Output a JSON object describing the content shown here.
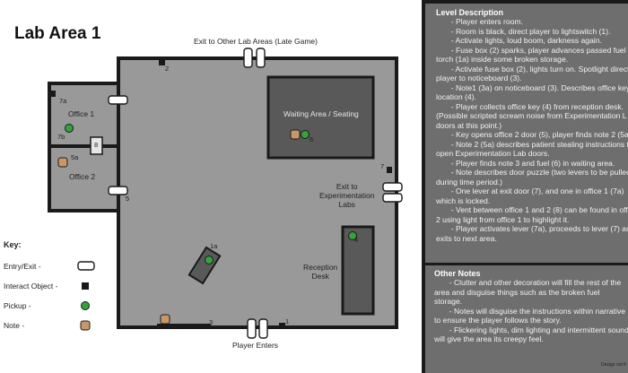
{
  "map": {
    "title": "Lab Area 1",
    "exit_top_label": "Exit to Other Lab Areas (Late Game)",
    "exit_right_label": "Exit to\nExperimentation\nLabs",
    "player_enters_label": "Player Enters",
    "office1_label": "Office 1",
    "office2_label": "Office 2",
    "waiting_area_label": "Waiting Area / Seating",
    "reception_label": "Reception\nDesk",
    "markers": {
      "m1": "1",
      "m1a": "1a",
      "m2": "2",
      "m3": "3",
      "m4": "4",
      "m5": "5",
      "m5a": "5a",
      "m6": "6",
      "m7": "7",
      "m7a": "7a",
      "m7b": "7b",
      "m8": "8"
    }
  },
  "key": {
    "title": "Key:",
    "items": [
      {
        "label": "Entry/Exit -",
        "icon": "door-icon"
      },
      {
        "label": "Interact Object -",
        "icon": "interact-object-icon"
      },
      {
        "label": "Pickup -",
        "icon": "pickup-icon"
      },
      {
        "label": "Note -",
        "icon": "note-icon"
      }
    ]
  },
  "level_description": {
    "heading": "Level Description",
    "text": "       - Player enters room.\n       - Room is black, direct player to lightswitch (1).\n       - Activate lights, loud boom, darkness again.\n       - Fuse box (2) sparks, player advances passed fuel for\ntorch (1a) inside some broken storage.\n       - Activate fuse box (2), lights turn on. Spotlight direct\nplayer to noticeboard (3).\n       - Note1 (3a) on noticeboard (3). Describes office key\nlocation (4).\n       - Player collects office key (4) from reception desk.\n(Possible scripted scream noise from Experimentation L\ndoors at this point.)\n       - Key opens office 2 door (5), player finds note 2 (5a)\n       - Note 2 (5a) describes patient stealing instructions t\nopen Experimentation Lab doors.\n       - Player finds note 3 and fuel (6) in waiting area.\n       - Note describes door puzzle (two levers to be pulled\nduring time period.)\n       - One lever at exit door (7), and one in office 1 (7a)\nwhich is locked.\n       - Vent between office 1 and 2 (8) can be found in offi\n2 using light from office 1 to highlight it.\n       - Player activates lever (7a), proceeds to lever (7) and\nexits to next area."
  },
  "other_notes": {
    "heading": "Other Notes",
    "text": "       - Clutter and other decoration will fill the rest of the\narea and disguise things such as the broken fuel\nstorage.\n       - Notes will disguise the instructions within narrative\nto ensure the player follows the story.\n       - Flickering lights, dim lighting and intermittent sound\nwill give the area its creepy feel.",
    "credit": "Design not fi"
  },
  "colors": {
    "floor": "#999999",
    "wall": "#1a1a1a",
    "room_dark": "#595959",
    "panel": "#6e6e6e",
    "pickup": "#33a33a",
    "note": "#c9966a",
    "door": "#ffffff"
  }
}
